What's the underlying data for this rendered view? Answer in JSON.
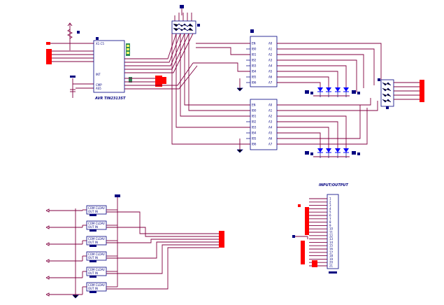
{
  "colors": {
    "wire": "#800040",
    "part": "#000080",
    "connector": "#ff0000",
    "led": "#0000ff",
    "background": "#ffffff"
  },
  "cpu": {
    "label": "AVR TIN2313ST"
  },
  "mux_top": {
    "left_pins": [
      "EN",
      "IB0",
      "IB1",
      "IB2",
      "IB3",
      "IB4",
      "IB5",
      "IB6"
    ],
    "right_pins": [
      "A0",
      "A1",
      "A2",
      "A3",
      "A4",
      "A5",
      "A6",
      "A7"
    ]
  },
  "mux_bottom": {
    "left_pins": [
      "EN",
      "IB0",
      "IB1",
      "IB2",
      "IB3",
      "IB4",
      "IB5",
      "IB6"
    ],
    "right_pins": [
      "A0",
      "A1",
      "A2",
      "A3",
      "A4",
      "A5",
      "A6",
      "A7"
    ]
  },
  "opto": {
    "row1": "COM CLOAV",
    "row2": "OUT IN",
    "count": 6
  },
  "io": {
    "label": "INPUT/OUTPUT"
  }
}
